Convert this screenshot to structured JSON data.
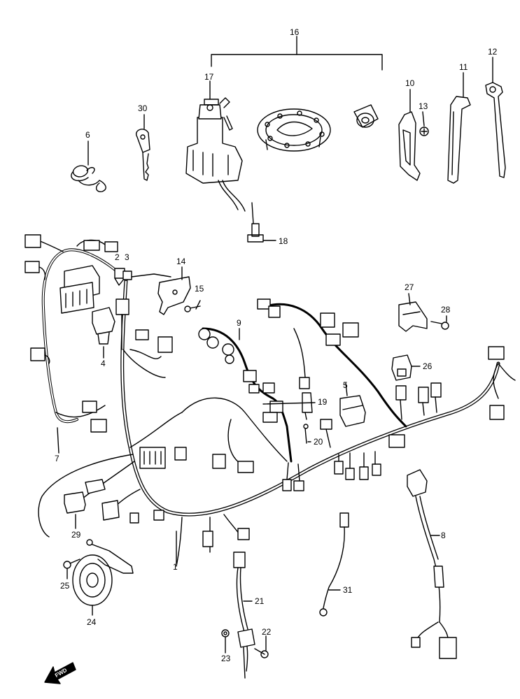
{
  "diagram": {
    "labels": {
      "p1": "1",
      "p2": "2",
      "p3": "3",
      "p4": "4",
      "p5": "5",
      "p6": "6",
      "p7": "7",
      "p8": "8",
      "p9": "9",
      "p10": "10",
      "p11": "11",
      "p12": "12",
      "p13": "13",
      "p14": "14",
      "p15": "15",
      "p16": "16",
      "p17": "17",
      "p18": "18",
      "p19": "19",
      "p20": "20",
      "p21": "21",
      "p22": "22",
      "p23": "23",
      "p24": "24",
      "p25": "25",
      "p26": "26",
      "p27": "27",
      "p28": "28",
      "p29": "29",
      "p30": "30",
      "p31": "31"
    },
    "forward_arrow": "FWD",
    "line_color": "#000000",
    "background_color": "#ffffff"
  }
}
